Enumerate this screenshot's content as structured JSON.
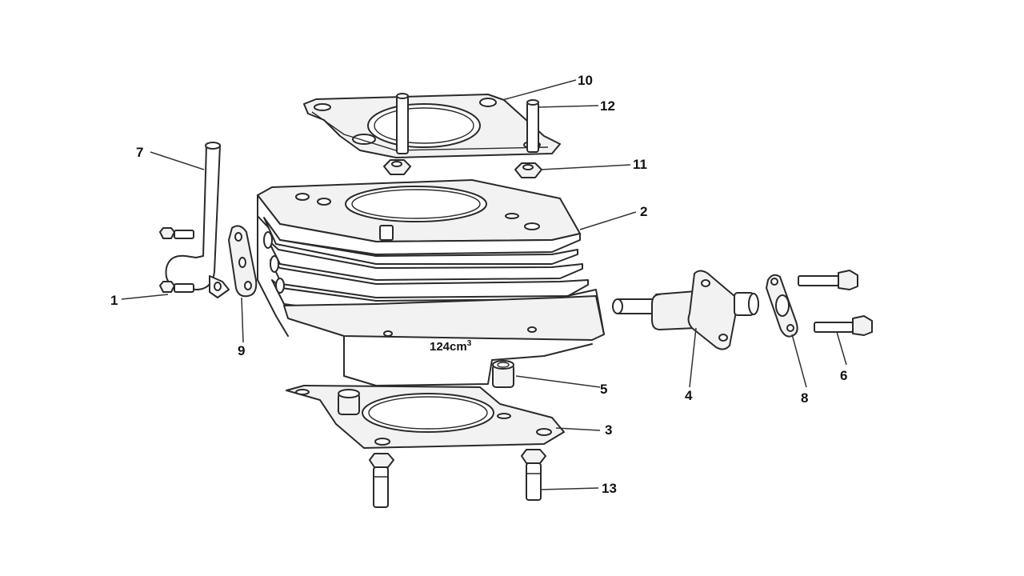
{
  "diagram": {
    "stamp_text": "124cm",
    "stamp_superscript": "3"
  },
  "callouts": {
    "c1": "1",
    "c2": "2",
    "c3": "3",
    "c4": "4",
    "c5": "5",
    "c6": "6",
    "c7": "7",
    "c8": "8",
    "c9": "9",
    "c10": "10",
    "c11": "11",
    "c12": "12",
    "c13": "13"
  }
}
